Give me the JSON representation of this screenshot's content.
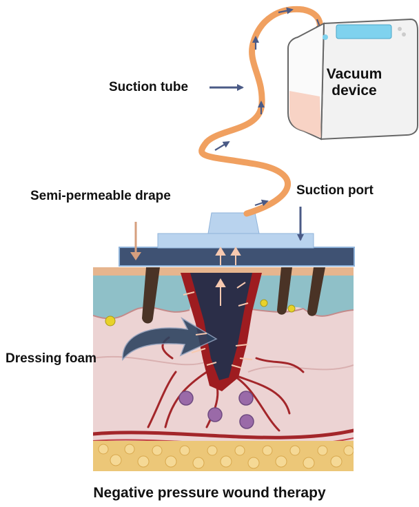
{
  "labels": {
    "suction_tube": "Suction tube",
    "vacuum_device": [
      "Vacuum",
      "device"
    ],
    "semi_permeable_drape": "Semi-permeable drape",
    "suction_port": "Suction port",
    "dressing_foam": "Dressing foam"
  },
  "caption": "Negative pressure wound therapy",
  "colors": {
    "tube": "#f0a060",
    "arrow": "#4a5a86",
    "drape": "#b9d3ee",
    "foam": "#2b2e48",
    "skin": "#ecd3d3",
    "epidermis": "#8fc0c8",
    "wound": "#9e1c20",
    "fat": "#ecc778",
    "hair": "#4a3326"
  }
}
